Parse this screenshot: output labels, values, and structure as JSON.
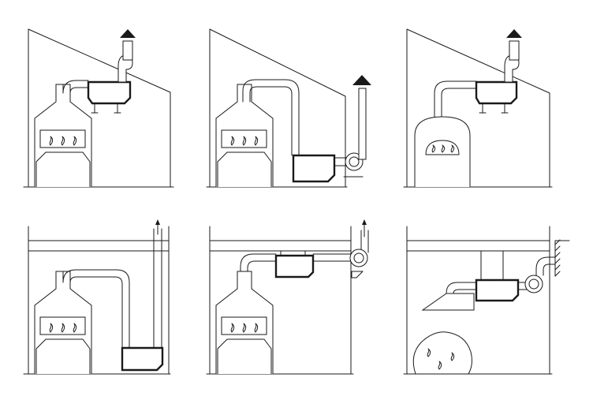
{
  "figure": {
    "panels": [
      {
        "id": "a",
        "hood": "canopy",
        "duct_route": "up-through-roof",
        "heat_source": "range"
      },
      {
        "id": "b",
        "hood": "canopy",
        "duct_route": "side-fan-stack",
        "heat_source": "range"
      },
      {
        "id": "c",
        "hood": "canopy",
        "duct_route": "up-through-roof",
        "heat_source": "oven"
      },
      {
        "id": "d",
        "hood": "canopy",
        "duct_route": "floor-unit-vertical-riser",
        "heat_source": "range"
      },
      {
        "id": "e",
        "hood": "canopy",
        "duct_route": "ceiling-unit-fan",
        "heat_source": "range"
      },
      {
        "id": "f",
        "hood": "open-hood",
        "duct_route": "ceiling-unit-fan-wall",
        "heat_source": "open-pan"
      }
    ],
    "colors": {
      "line": "#1a1a1a",
      "background": "#ffffff"
    }
  }
}
